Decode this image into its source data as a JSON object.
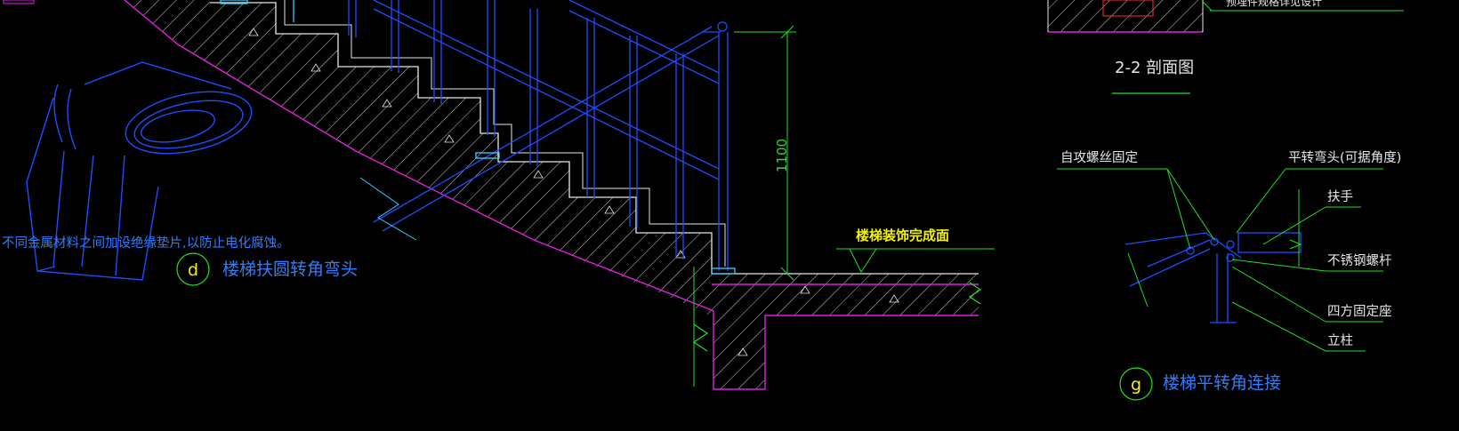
{
  "colors": {
    "background": "#000000",
    "blue": "#1e4dff",
    "cyan": "#35d0ff",
    "magenta": "#e020e0",
    "white": "#e6e6e6",
    "green": "#22e022",
    "yellow": "#f2f200",
    "label_blue": "#2f7dff",
    "red": "#ff3030"
  },
  "labels": {
    "note": "不同金属材料之间加设绝缘垫片,以防止电化腐蚀。",
    "detail_d_letter": "d",
    "detail_d_title": "楼梯扶圆转角弯头",
    "dimension_1100": "1100",
    "floor_finish": "楼梯装饰完成面",
    "section_2_2": "2-2 剖面图",
    "detail_g_letter": "g",
    "detail_g_title": "楼梯平转角连接",
    "self_tapping_screw": "自攻螺丝固定",
    "flat_bend_head": "平转弯头(可据角度)",
    "handrail": "扶手",
    "stainless_bolt": "不锈钢螺杆",
    "square_base": "四方固定座",
    "post": "立柱",
    "top_right_note": "预埋件规格详见设计"
  }
}
